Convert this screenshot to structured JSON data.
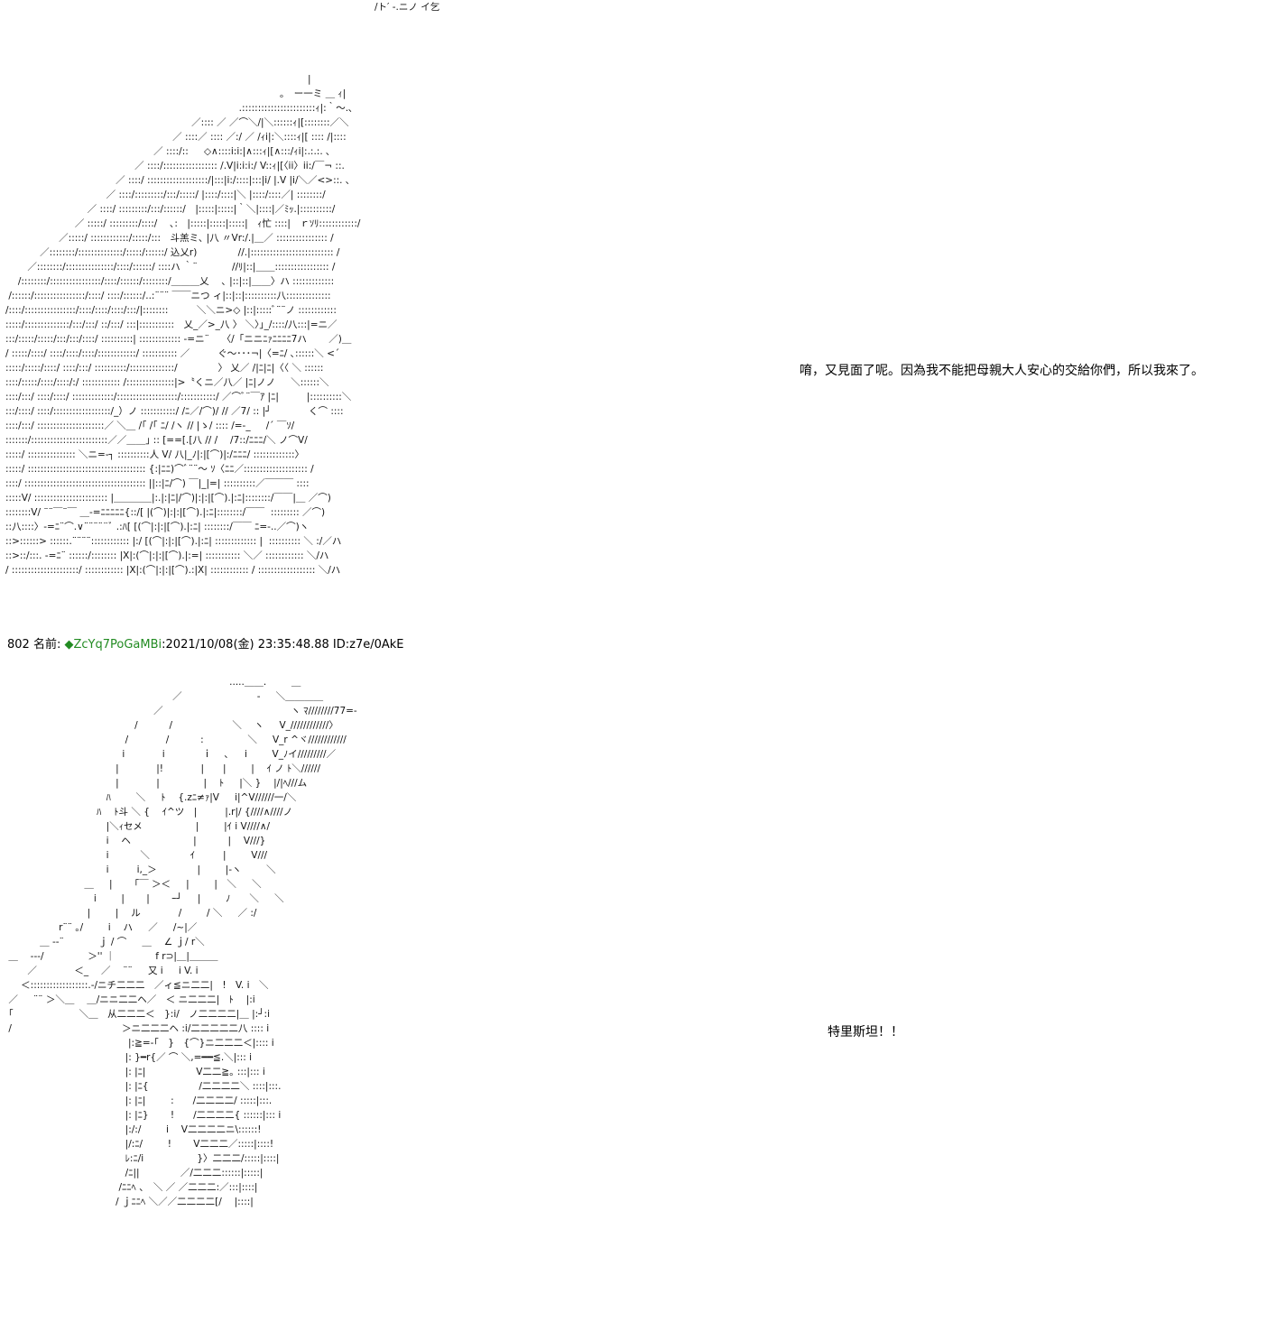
{
  "art": {
    "first": " 　　　　　　　　　　　　　　　　　　　　　　　　　　　　　　　　　　　　　 　 /ト′ ‐.ニノ イ乞 \n\n\n\n\n 　　　　　　　　　　　　　　　　　　　　　　　　　 　 　 　 　　 |\n 　　　　　　　　　　　　　　　　　　　　　　　　　 　　　 ｡　ー一ミ ＿ ｨ|\n 　　　　　　　　　　　　　　　　　　　　　　　　 .:::::::::::::::::::::::ｨ|:｀〜.､\n 　　　　　　　　　　　　　　　　　　　 ／:::: ／ ／⌒＼/|＼::::::ｨ|[::::::::／＼\n 　　　　　　　　　　　　　　　　　 ／ ::::／ :::: ／:/ ／ /ｨi|:＼::::ｨ|[ :::: /|::::\n 　　　　　　　　　　　　　　　 ／ ::::/:: 　 ◇∧::::i:i:|∧:::ｨ|[∧:::/ｨi|:.:.:. ､\n 　　　　　　　　　　　　　 ／ ::::/::::::::::::::::: /.V|i:i:i:/ V::ｨ|[〈ii〉ii:/￣¬ ::.\n 　　　　　　　　　　　 ／ ::::/ :::::::::::::::::::/|:::|i:/::::|:::|i/ |.V |i/＼／<>::. ､\n 　　　　　　　　　　 ／ ::::/:::::::::/:::/:::::/ |::::/::::|＼ |::::/::::／| ::::::::/\n 　　　　　　　　 ／ ::::/ :::::::::/:::/::::::/　|:::::|:::::|｀＼|::::|／ﾐｯ.|::::::::::/\n 　　　　　　　／ :::::/ :::::::::/::::/　 ､:　|:::::|:::::|:::::|　ｨ忙 ::::|　ｒｿﾘ::::::::::::/\n 　　　　　 ／:::::/ ::::::::::::/:::::/:::　斗羔ミ､ |八 〃Vr:/.|＿／ :::::::::::::::: /\n 　　　 ／::::::::/::::::::::::::/:::::/::::::/ 込乂r) 　　　　//.|:::::::::::::::::::::::::: /\n 　　／::::::::/:::::::::::::::/::::/::::::/ ::::ハ ｀¨ 　 　　//ﾘ|::|＿＿::::::::::::::::: /\n 　/::::::::/::::::::::::::::/::::/::::::/::::::::/＿＿＿乂　 ､ |::|::|＿＿〉ハ :::::::::::::\n /::::::/::::::::::::::::/::::/ ::::/::::::/..:¨¨¨ ￣￣ニつ ィ|::|::|::::::::::八::::::::::::::\n/::::/::::::::::::::::/::::/::::/::::/:::/|::::::::　　　＼＼ニ>◇ |::|:::::ﾞ¨¨ノ ::::::::::::\n:::::/::::::::::::::/:::/:::/ ::/:::/ :::|:::::::::::　乂_／>_八 〉 ＼〉｣_/::::/八:::|=ニ／\n:::/:::::/:::::/:::/:::/::::/ ::::::::::| ::::::::::::: -=ニ¨　 〈/「ニニﾆｧﾆﾆﾆﾆ7ハ　　 ／)＿\n/ :::::/::::/ ::::/::::/::::/::::::::::::/ ::::::::::: ／ 　 　 ぐ〜･･･¬|〈=ﾆ/ ､::::::＼ <´\n:::::/:::::/::::/ ::::/:::/ ::::::::::/::::::::::::::/ 　 　 　 〉 乂／ /|ﾆ|ﾆ|〈〈 ＼ ::::::\n::::/:::::/::::/::::/:/ :::::::::::: /:::::::::::::::|>〝くニ／八／ |ﾆ|ノノ 　 ＼::::::＼\n::::/:::/ ::::/::::/ :::::::::::::/:::::::::::::::::::/:::::::::::/ ／⌒ﾞ¨￣ｱ |ﾆ| 　 　 |::::::::::＼\n:::/::::/ ::::/::::::::::::::::::/_）ノ :::::::::::/ /ﾆ／/⌒)/ // ／7/ :: |┘　 　 　 く⌒ ::::\n::::/:::/ :::::::::::::::::::::／ ＼＿ /｢ /｢ ﾆ/ /ヽ // |ゝ/ :::: /=-_ 　 /´ ￣ｿ/\n:::::::/::::::::::::::::::::::::／／＿＿｣ :: [==[.[八 // / 　/7::/ﾆﾆﾆ/＼ ノ⌒V/\n:::::/ ::::::::::::::: ＼ニ=-┐ ::::::::::人 V/ 八|_ﾉ|:|[⌒)|:/ﾆﾆﾆ/ :::::::::::::〉\n:::::/ ::::::::::::::::::::::::::::::::::::: {:|ﾆﾆ)⌒ﾞ¨¨〜 ｿ〈ﾆﾆ／:::::::::::::::::::: /\n::::/ :::::::::::::::::::::::::::::::::::::: ||::|ﾆ/⌒) ￣|_|=| ::::::::::／￣￣￣ ::::\n:::::V/ ::::::::::::::::::::::: |＿＿＿＿|:.|:|ﾆ|/⌒)|:|:|[⌒).|:ﾆ|::::::::/￣￣|＿ ／⌒)\n::::::::V/ ¨¨￣¨￣ ＿-=ﾆﾆﾆﾆﾆ{::/[ |(⌒)|:|:|[⌒).|:ﾆ|::::::::/￣￣  ::::::::: ／⌒)\n::八::::〉-=ﾆ¨⌒.∨¨¨¨¨¨ﾞ .:ﾊ[ [(⌒|:|:|[⌒).|:ﾆ| ::::::::/￣￣ ﾆ=-..／⌒)ヽ\n::>::::::> ::::::.¨¨¨¨:::::::::::: |:/ [(⌒|:|:|[⌒).|:ﾆ| ::::::::::::: |  :::::::::: ＼ :/／ハ\n::>::/:::. -=ﾆ¨ ::::::/:::::::: |X|:(⌒|:|:|[⌒).|:=| ::::::::::: ＼／ :::::::::::: ＼/ハ\n/ :::::::::::::::::::::/ :::::::::::: |X|:(⌒|:|:|[⌒).:|X| :::::::::::: / :::::::::::::::::: ＼/ハ",
    "second": " 　　　　　　　　　　　　　　　　　　　　　　　 .....＿＿.　 　 ＿\n 　　　　　　　　　　　　　　　　　 ／ 　 　 　 　　 　 ‐ 　 ＼＿＿＿＿\n 　　　　　　　　　　　　　　　 ／ 　 　 　 　 　 　 　 　 　 　 ヽ ﾏ////////77=-\n 　　　　　　　　　　　　　 /　　　 /　　　　　　 ＼　 ヽ 　 V_////////////〉\n 　　　　　　　　　　　　 /　 　 　 /　　　 :　　 　　 ＼ 　 V_r ^ヾ////////////\n 　　　　　　　　　　　　i　 　 　 i　 　 　 ｉ　 ､ 　 i　 　 V_ﾉイ/////////／\n 　　　　　　　　　　　 |　 　 　 |!　 　 　 |　　|　 　 |　 ｲ ノ ﾄ＼//////\n 　　　　　　　　　　　 |　 　 　 |　　 　 　|　 ﾄ 　 |＼ }　 |/|ﾍ///ム\n 　　　　　　　　　　 ﾊ　 　 ＼ 　 ﾄ 　{.zﾆ≠ｧ|V 　 i|^V//////一/＼\n 　　　　　　　　　 ﾊ　 ﾄ斗 ＼ {　 ｲ^ツ　| 　 　 |.r|/ {////∧////ノ\n 　　　　　　　　　　 |＼ｨセメ 　　　　　 |　 　 |ｲ i V////∧/\n 　　　　　　　　　　 i　 ヘ　 　 　 　 　 |　　 　|　 V///}\n 　　　　　　　　　　 i　　　 ＼ 　 　 　 ｲ 　 　 |　 　 V///\n 　　　　　　　　　　 i 　 　 i,_＞ 　 　 　 |　 　 |-ヽ 　 　＼\n 　　　　　　　　＿ 　 |　　 ｢￣ ＞＜ 　 |　 　 |　＼ 　 ＼\n 　　　　　　　　　i　 　 |　　 |　　 ｰ┘ 　 |　 　 ﾉ　　＼ 　 ＼\n 　　　　　　　　 | 　　 |　 ル　　　　/　 　 / ＼ 　 ／ :/\n 　　　　　 r¨¨ ｡/　 　 i　 ハ 　 ／ 　 /~|／ \n 　　　 ＿ -‐¨ 　　　 ｊ / ⌒ 　 ＿　 ∠ ｊ/ r＼\n ＿　 -‐‐/　 　 　　＞'' ｜ 　 　 　 f r⊃|＿|＿＿＿\n 　　／　 　 　 ＜_　 ／　 ¨¨ 　 又 i 　 i V. i\n 　 ＜::::::::::::::::::.-/ニチ二二二　／ィ≦ニ二二|　!　V. i　＼\n ／ 　 ¨¨ ＞＼＿　 ＿/ニニ二二ヘ／　＜ ニ二二二|　ﾄ 　|:i\n ｢ 　　　 　　　 ＼＿　从二二二＜　}:i/　ノ二二二二|＿ |:┘:i\n / 　　　　　　　　　　　 ＞ニ二二二ヘ :i/二二二二二八 :::: i\n 　　　　　　　　　　 　 　|:≧=-｢　}　{⌒}ニ二二二＜|:::: i\n 　　　　　　　　　　　　 |: }━r{／ ⌒ ＼,=━━≦.＼|::: i\n 　　　　　　　　　　　 　|: |ﾆ| 　　　　　V二二≧｡ :::|::: i\n 　　　　　　　　　　　 　|: |ﾆ{ 　　　　　/二二二二＼ ::::|:::.\n 　　　　　　　　　　　 　|: |ﾆ| 　　 :　　/二二二二/ :::::|:::.\n 　　　　　　　　　　 　　|: |ﾆ} 　　!　　/二二二二{ ::::::|::: i\n 　　　　　　　　　　　 　|:/:/ 　　 i　 V二二二二ニ\\::::::!\n 　　　　　　　　　　　 　|/:ﾆ/ 　 　!　 　V二二二／:::::|::::! \n 　　　　　　　　　　　 　ﾚ:ﾆ/i　　　　 　 }〉二二二/:::::|::::|\n 　　　　　　　　　　　 　/ﾆ||　　　　 ／/二二二::::::|:::::|\n 　　　　　　　　　　 　 /ﾆﾆﾍ 、　＼ ／ ／二二二:／:::|::::|\n 　　　　　　　　　　 　/ ｊﾆﾆﾍ ＼／／二二二二[/　 |::::|"
  },
  "dialogue": {
    "line1": "唷，又見面了呢。因為我不能把母親大人安心的交給你們，所以我來了。",
    "line2": "特里斯坦！！"
  },
  "post": {
    "number": "802",
    "name_label": "名前:",
    "name": "◆ZcYq7PoGaMBi",
    "timestamp": ":2021/10/08(金) 23:35:48.88 ID:z7e/0AkE"
  },
  "colors": {
    "name": "#228b22",
    "text": "#000000",
    "background": "#ffffff"
  }
}
